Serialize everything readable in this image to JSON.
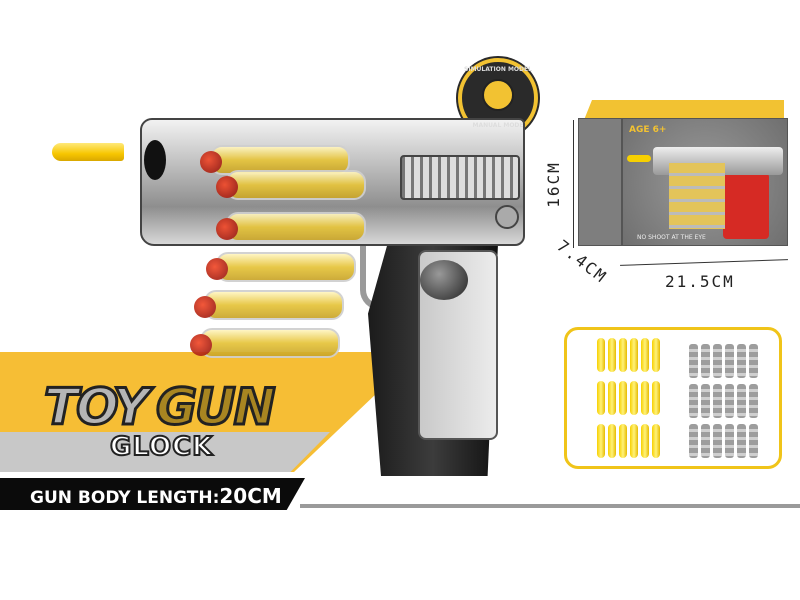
{
  "product": {
    "logo_word1": "TOY",
    "logo_word2": "GUN",
    "logo_word3": "GLOCK",
    "length_label": "GUN BODY LENGTH:",
    "length_value": "20CM"
  },
  "badge": {
    "top_text": "SIMULATION MODEL",
    "bottom_text": "MANUAL MODE",
    "icon": "hand-icon"
  },
  "package": {
    "age_label": "AGE 6+",
    "warning": "NO SHOOT AT THE EYE",
    "height": "16CM",
    "depth": "7.4CM",
    "width": "21.5CM"
  },
  "colors": {
    "accent_yellow": "#f6be35",
    "dark": "#0b0b0b",
    "dart_yellow": "#f7c600",
    "box_red": "#d62a24"
  }
}
